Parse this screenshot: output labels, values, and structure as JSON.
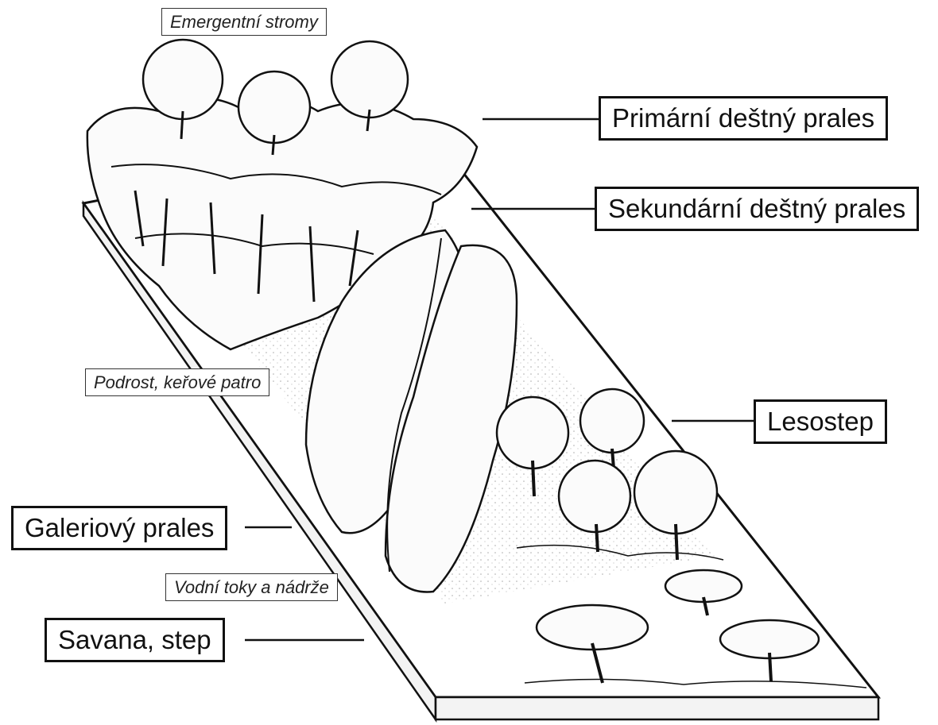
{
  "labels": {
    "emergent": "Emergentní stromy",
    "primary": "Primární deštný prales",
    "secondary": "Sekundární deštný prales",
    "understory": "Podrost, keřové patro",
    "forest_steppe": "Lesostep",
    "gallery": "Galeriový prales",
    "water": "Vodní toky a nádrže",
    "savanna": "Savana, step"
  }
}
